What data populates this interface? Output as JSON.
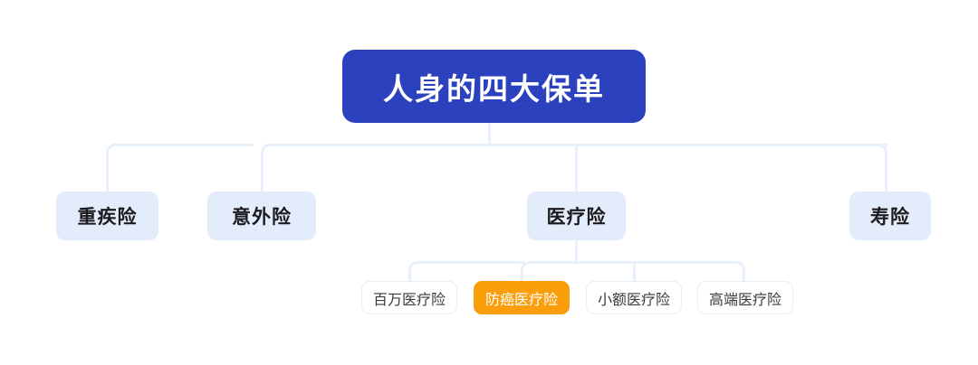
{
  "diagram": {
    "title": "人身的四大保单",
    "type": "org-tree",
    "colors": {
      "root_fill": "#2c41bd",
      "root_text": "#ffffff",
      "branch_fill": "#e3ecfa",
      "branch_text": "#1b1b1f",
      "leaf_fill": "#ffffff",
      "leaf_border": "#e6eef8",
      "leaf_text": "#3a3a3e",
      "highlight_fill": "#fa9e0c",
      "highlight_text": "#ffffff",
      "connector": "#e8f0fb",
      "background": "#ffffff"
    },
    "root": {
      "label": "人身的四大保单"
    },
    "branches": [
      {
        "label": "重疾险"
      },
      {
        "label": "意外险"
      },
      {
        "label": "医疗险"
      },
      {
        "label": "寿险"
      }
    ],
    "leaves": [
      {
        "label": "百万医疗险",
        "highlighted": false
      },
      {
        "label": "防癌医疗险",
        "highlighted": true
      },
      {
        "label": "小额医疗险",
        "highlighted": false
      },
      {
        "label": "高端医疗险",
        "highlighted": false
      }
    ]
  }
}
